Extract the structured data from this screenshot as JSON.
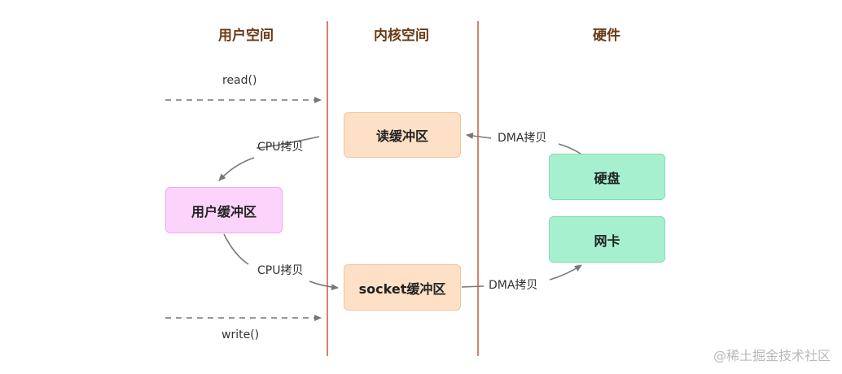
{
  "columns": {
    "user_space": "用户空间",
    "kernel_space": "内核空间",
    "hardware": "硬件"
  },
  "boxes": {
    "read_buffer": "读缓冲区",
    "user_buffer": "用户缓冲区",
    "socket_buffer": "socket缓冲区",
    "disk": "硬盘",
    "nic": "网卡"
  },
  "labels": {
    "read_call": "read()",
    "write_call": "write()",
    "cpu_copy_1": "CPU拷贝",
    "cpu_copy_2": "CPU拷贝",
    "dma_copy_1": "DMA拷贝",
    "dma_copy_2": "DMA拷贝"
  },
  "watermark": "@稀土掘金技术社区",
  "colors": {
    "heading": "#6b3a16",
    "divider": "#d9826a",
    "kernel_box": "#fde0c6",
    "user_box": "#fbd3fb",
    "hardware_box": "#a6f0cf",
    "arrow": "#777777"
  }
}
